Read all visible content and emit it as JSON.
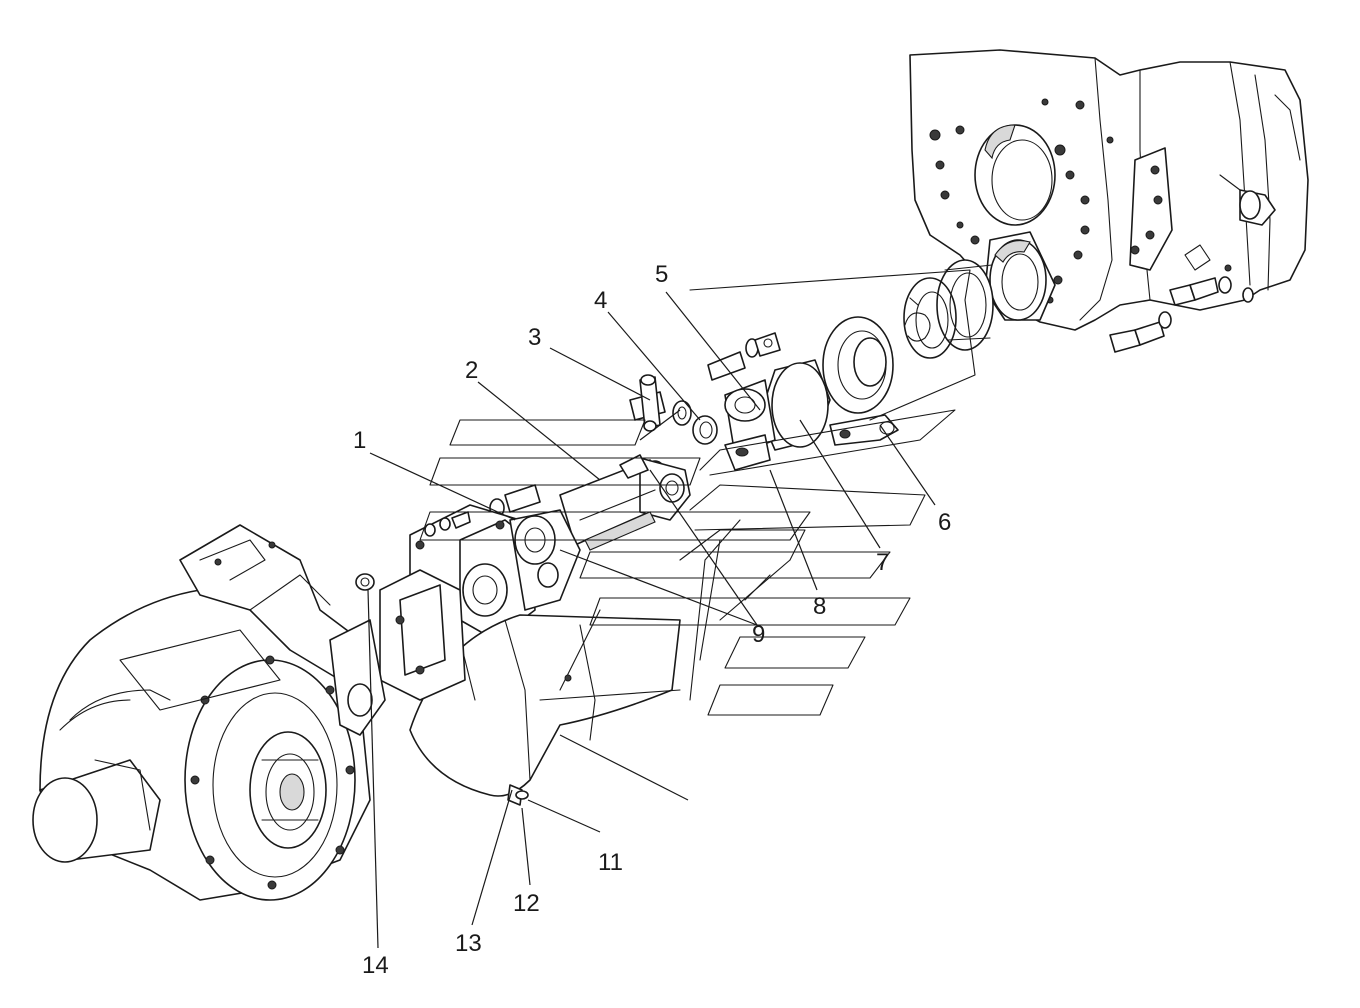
{
  "callouts": [
    {
      "id": "c1",
      "label": "1"
    },
    {
      "id": "c2",
      "label": "2"
    },
    {
      "id": "c3",
      "label": "3"
    },
    {
      "id": "c4",
      "label": "4"
    },
    {
      "id": "c5",
      "label": "5"
    },
    {
      "id": "c6",
      "label": "6"
    },
    {
      "id": "c7",
      "label": "7"
    },
    {
      "id": "c8",
      "label": "8"
    },
    {
      "id": "c9",
      "label": "9"
    },
    {
      "id": "c11",
      "label": "11"
    },
    {
      "id": "c12",
      "label": "12"
    },
    {
      "id": "c13",
      "label": "13"
    },
    {
      "id": "c14",
      "label": "14"
    }
  ]
}
